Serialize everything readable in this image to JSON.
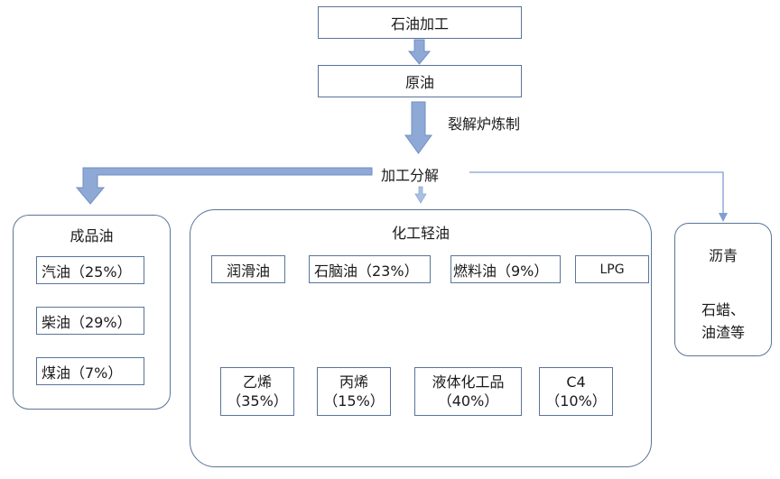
{
  "top": {
    "process": "石油加工",
    "crude": "原油"
  },
  "crack_label": "裂解炉炼制",
  "split_label": "加工分解",
  "finished_oil": {
    "title": "成品油",
    "items": [
      "汽油（25%）",
      "柴油（29%）",
      "煤油（7%）"
    ]
  },
  "light_oil": {
    "title": "化工轻油",
    "items": [
      "润滑油",
      "石脑油（23%）",
      "燃料油（9%）",
      "LPG"
    ],
    "naphtha_products": [
      {
        "name": "乙烯",
        "pct": "（35%）"
      },
      {
        "name": "丙烯",
        "pct": "（15%）"
      },
      {
        "name": "液体化工品",
        "pct": "（40%）"
      },
      {
        "name": "C4",
        "pct": "（10%）"
      }
    ]
  },
  "asphalt": {
    "title": "沥青",
    "line1": "石蜡、",
    "line2": "油渣等"
  },
  "colors": {
    "border": "#5a7499",
    "arrow_fill": "#8fa9d6",
    "arrow_stroke": "#6f8fc4",
    "line": "#7f9fd0"
  }
}
